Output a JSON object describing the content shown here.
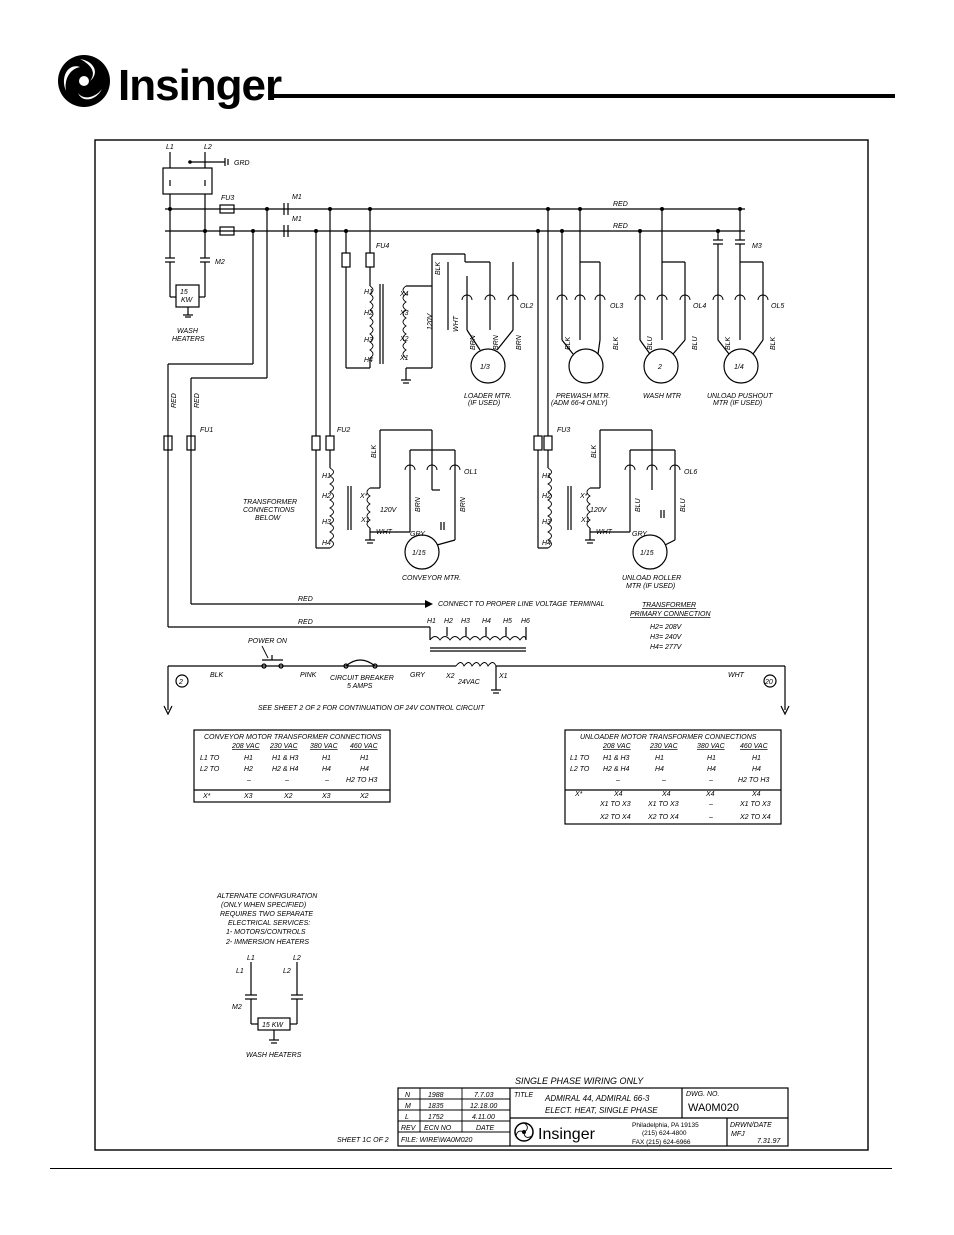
{
  "brand": {
    "name": "Insinger"
  },
  "power": {
    "l1": "L1",
    "l2": "L2",
    "grd": "GRD",
    "fu3": "FU3",
    "m1": "M1",
    "m2": "M2",
    "m3": "M3",
    "fu4": "FU4",
    "fu1": "FU1",
    "fu2": "FU2",
    "fu3b": "FU3"
  },
  "wires": {
    "red": "RED",
    "blk": "BLK",
    "wht": "WHT",
    "brn": "BRN",
    "blu": "BLU",
    "pink": "PINK",
    "gry": "GRY"
  },
  "heater": {
    "rating": "15",
    "unit": "KW",
    "label1": "WASH",
    "label2": "HEATERS"
  },
  "transformer_top": {
    "h1": "H1",
    "h2": "H2",
    "h3": "H3",
    "h4": "H4",
    "x1": "X1",
    "x2": "X2",
    "x3": "X3",
    "x4": "X4",
    "volt": "120V"
  },
  "overloads": {
    "ol1": "OL1",
    "ol2": "OL2",
    "ol3": "OL3",
    "ol4": "OL4",
    "ol5": "OL5",
    "ol6": "OL6"
  },
  "motors": {
    "loader": {
      "hp": "1/3",
      "label1": "LOADER MTR.",
      "label2": "(IF USED)"
    },
    "prewash": {
      "label1": "PREWASH MTR.",
      "label2": "(ADM 66-4 ONLY)"
    },
    "wash": {
      "hp": "2",
      "label1": "WASH MTR"
    },
    "pushout": {
      "hp": "1/4",
      "label1": "UNLOAD PUSHOUT",
      "label2": "MTR (IF USED)"
    },
    "conveyor": {
      "hp": "1/15",
      "label1": "CONVEYOR MTR."
    },
    "roller": {
      "hp": "1/15",
      "label1": "UNLOAD ROLLER",
      "label2": "MTR (IF USED)"
    }
  },
  "xfmr_small": {
    "xstar": "X*",
    "x1": "X1",
    "volt": "120V",
    "wht": "WHT",
    "gry": "GRY"
  },
  "notes": {
    "xfmr_conn": [
      "TRANSFORMER",
      "CONNECTIONS",
      "BELOW"
    ],
    "connect": "CONNECT TO PROPER LINE VOLTAGE TERMINAL",
    "primary_title1": "TRANSFORMER",
    "primary_title2": "PRIMARY CONNECTION",
    "primary_lines": [
      "H2= 208V",
      "H3= 240V",
      "H4= 277V"
    ],
    "see_sheet": "SEE SHEET 2 OF 2 FOR CONTINUATION OF 24V CONTROL CIRCUIT"
  },
  "control": {
    "taps": [
      "H1",
      "H2",
      "H3",
      "H4",
      "H5",
      "H6"
    ],
    "power_on": "POWER ON",
    "cb1": "CIRCUIT BREAKER",
    "cb2": "5 AMPS",
    "x2": "X2",
    "x1": "X1",
    "vac": "24VAC",
    "node_left": "2",
    "node_right": "20"
  },
  "conveyor_table": {
    "title": "CONVEYOR MOTOR TRANSFORMER CONNECTIONS",
    "headers": [
      "208 VAC",
      "230 VAC",
      "380 VAC",
      "460 VAC"
    ],
    "rows": [
      [
        "L1 TO",
        "H1",
        "H1 & H3",
        "H1",
        "H1"
      ],
      [
        "L2 TO",
        "H2",
        "H2 & H4",
        "H4",
        "H4"
      ],
      [
        "",
        "–",
        "–",
        "–",
        "H2 TO H3"
      ],
      [
        "X*",
        "X3",
        "X2",
        "X3",
        "X2"
      ]
    ]
  },
  "unloader_table": {
    "title": "UNLOADER MOTOR TRANSFORMER CONNECTIONS",
    "headers": [
      "208 VAC",
      "230 VAC",
      "380 VAC",
      "460 VAC"
    ],
    "rows": [
      [
        "L1 TO",
        "H1 & H3",
        "H1",
        "H1",
        "H1"
      ],
      [
        "L2 TO",
        "H2 & H4",
        "H4",
        "H4",
        "H4"
      ],
      [
        "",
        "–",
        "–",
        "–",
        "H2 TO H3"
      ],
      [
        "X*",
        "X4",
        "X4",
        "X4",
        "X4"
      ],
      [
        "",
        "X1 TO X3",
        "X1 TO X3",
        "–",
        "X1 TO X3"
      ],
      [
        "",
        "X2 TO X4",
        "X2 TO X4",
        "–",
        "X2 TO X4"
      ]
    ]
  },
  "alternate": {
    "lines": [
      "ALTERNATE CONFIGURATION",
      "(ONLY WHEN SPECIFIED)",
      "REQUIRES TWO SEPARATE",
      "ELECTRICAL SERVICES:",
      "1-  MOTORS/CONTROLS",
      "2-  IMMERSION HEATERS"
    ],
    "l1": "L1",
    "l2": "L2",
    "m2": "M2",
    "heater": "15 KW",
    "label": "WASH HEATERS"
  },
  "titleblock": {
    "header": "SINGLE PHASE WIRING ONLY",
    "revs": [
      [
        "N",
        "1988",
        "7.7.03"
      ],
      [
        "M",
        "1835",
        "12.18.00"
      ],
      [
        "L",
        "1752",
        "4.11.00"
      ]
    ],
    "rev_head": [
      "REV",
      "ECN NO",
      "DATE"
    ],
    "file": "FILE: WIRE\\WA0M020",
    "title_label": "TITLE",
    "title1": "ADMIRAL 44, ADMIRAL 66-3",
    "title2": "ELECT. HEAT, SINGLE PHASE",
    "dwg_label": "DWG. NO.",
    "dwg_no": "WA0M020",
    "address1": "Philadelphia, PA 19135",
    "address2": "(215) 624-4800",
    "address3": "FAX (215) 624-6966",
    "drwn_label": "DRWN/DATE",
    "drwn": "MFJ",
    "drwn_date": "7.31.97",
    "sheet": "SHEET 1C OF 2"
  }
}
